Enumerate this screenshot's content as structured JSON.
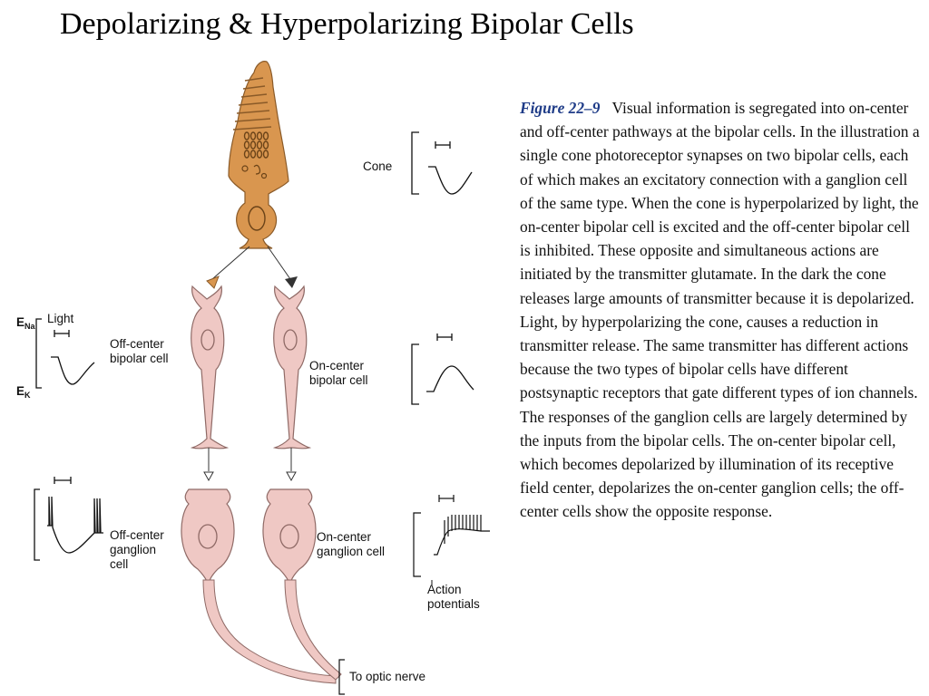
{
  "title": "Depolarizing & Hyperpolarizing Bipolar Cells",
  "labels": {
    "cone": "Cone",
    "light": "Light",
    "e_na": "E",
    "e_na_sub": "Na",
    "e_k": "E",
    "e_k_sub": "K",
    "off_bipolar_1": "Off-center",
    "off_bipolar_2": "bipolar cell",
    "on_bipolar_1": "On-center",
    "on_bipolar_2": "bipolar cell",
    "off_ganglion_1": "Off-center",
    "off_ganglion_2": "ganglion",
    "off_ganglion_3": "cell",
    "on_ganglion_1": "On-center",
    "on_ganglion_2": "ganglion cell",
    "action_1": "Action",
    "action_2": "potentials",
    "optic_nerve": "To optic nerve"
  },
  "caption": {
    "figure_label": "Figure 22–9",
    "text": "Visual information is segregated into on-center and off-center pathways at the bipolar cells. In the illustration a single cone photoreceptor synapses on two bipolar cells, each of which makes an excitatory connection with a ganglion cell of the same type. When the cone is hyperpolarized by light, the on-center bipolar cell is excited and the off-center bipolar cell is inhibited. These opposite and simultaneous actions are initiated by the transmitter glutamate. In the dark the cone releases large amounts of transmitter because it is depolarized. Light, by hyperpolarizing the cone, causes a reduction in transmitter release. The same transmitter has different actions because the two types of bipolar cells have different postsynaptic receptors that gate different types of ion channels. The responses of the ganglion cells are largely determined by the inputs from the bipolar cells. The on-center bipolar cell, which becomes depolarized by illumination of its receptive field center, depolarizes the on-center ganglion cells; the off-center cells show the opposite response."
  },
  "colors": {
    "cone_fill": "#d9964f",
    "cone_stroke": "#8a5a28",
    "cell_fill": "#efc8c4",
    "cell_stroke": "#8f6a66",
    "caption_label": "#1f3c88"
  }
}
